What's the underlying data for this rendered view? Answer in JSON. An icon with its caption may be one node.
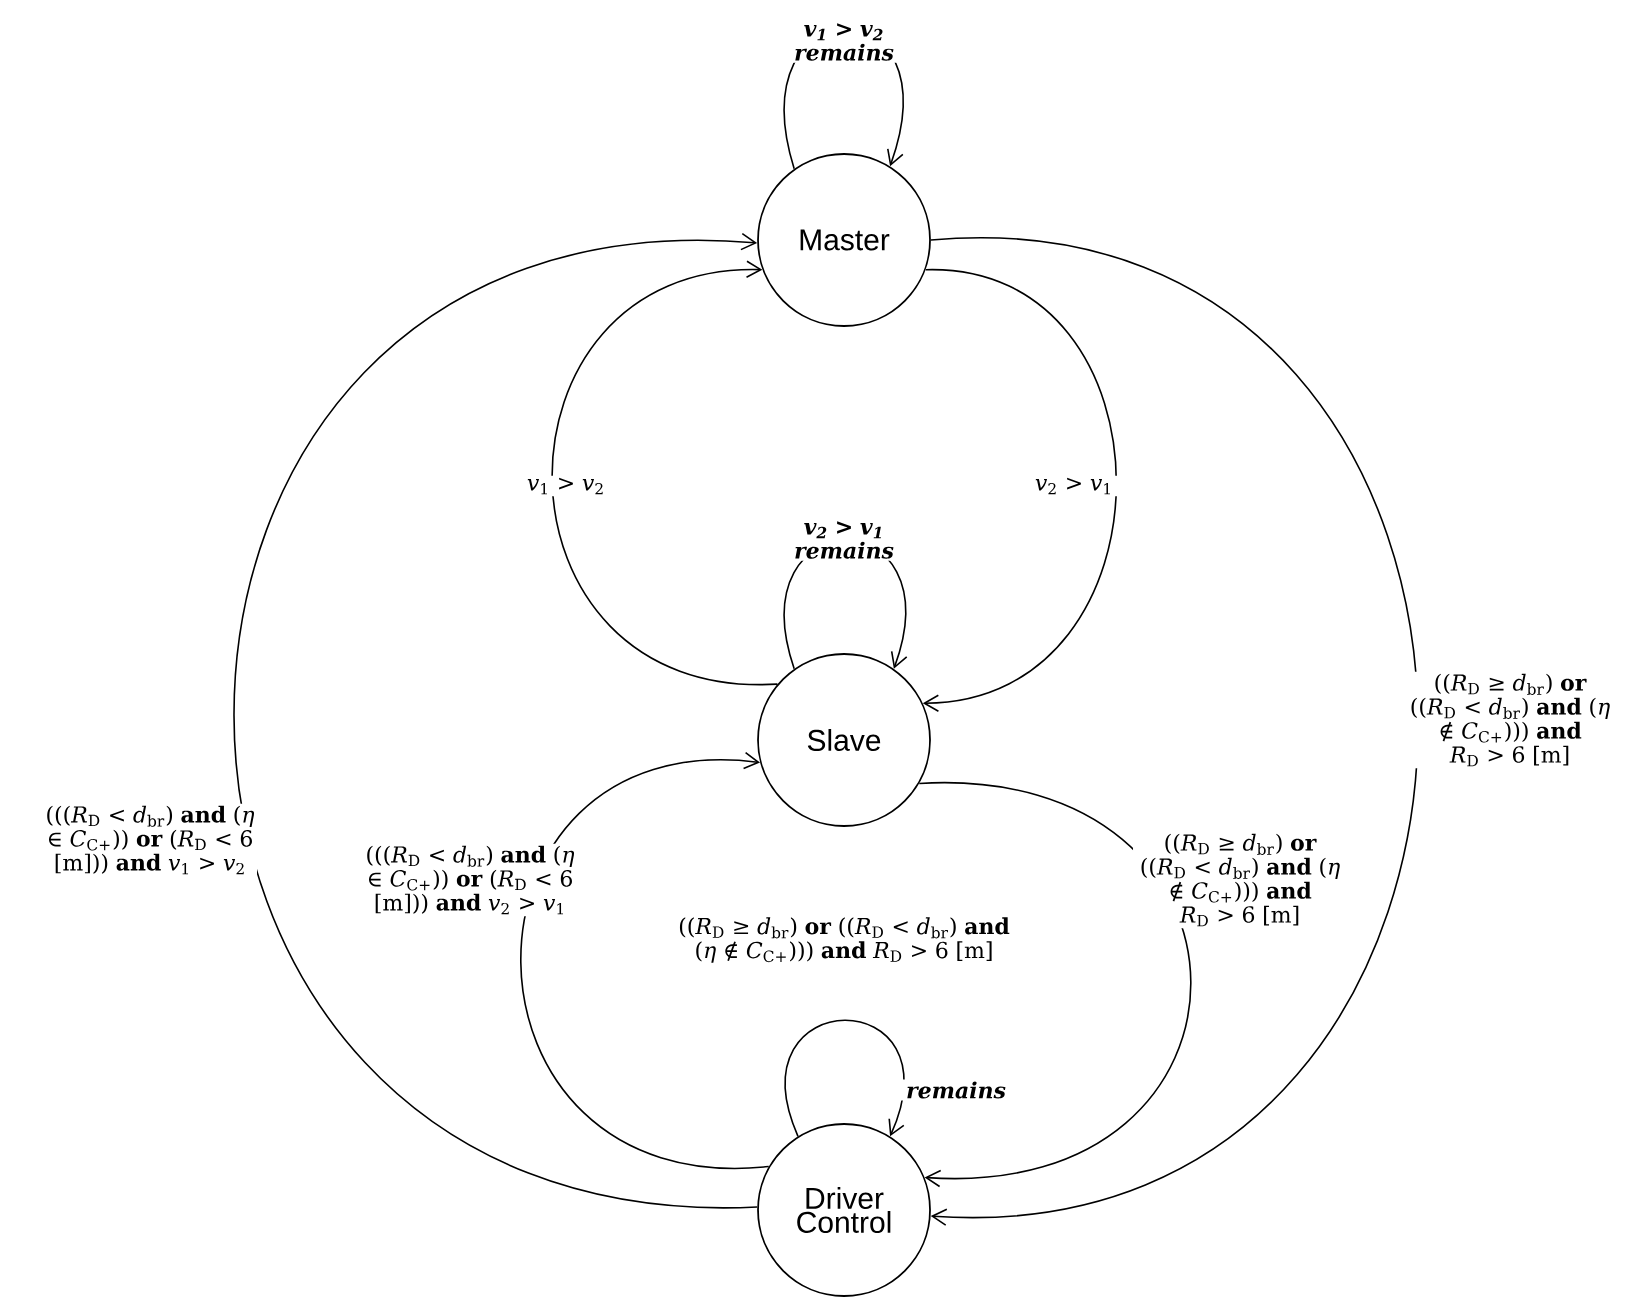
{
  "diagram": {
    "nodes": [
      {
        "text": [
          "Master"
        ]
      },
      {
        "text": [
          "Slave"
        ]
      },
      {
        "text": [
          "Driver Control"
        ]
      }
    ],
    "edges": [
      {
        "from": 0,
        "to": 0,
        "arrow": "to",
        "label": "*v*$_{1}$ > *v*$_{2}$ remains"
      },
      {
        "from": 1,
        "to": 0,
        "arrow": "to",
        "label": "*v*$_{1}$ > *v*$_{2}$"
      },
      {
        "from": 0,
        "to": 1,
        "arrow": "to",
        "label": "*v*$_{2}$ > *v*$_{1}$"
      },
      {
        "from": 1,
        "to": 1,
        "arrow": "to",
        "label": "*v*$_{2}$ > *v*$_{1}$ remains"
      },
      {
        "from": 2,
        "to": 0,
        "arrow": "to",
        "label": "(((*R*$_{D}$ < *d*$_{br}$) **and** (*η* ∈ *C*$_{C+}$)) **or** (*R*$_{D}$ < 6 [m])) **and** *v*$_{1}$ > *v*$_{2}$"
      },
      {
        "from": 0,
        "to": 2,
        "arrow": "to",
        "label": "((*R*$_{D}$ ≥ *d*$_{br}$) **or** ((*R*$_{D}$ < *d*$_{br}$) **and** (*η* ∉ *C*$_{C+}$))) **and** *R*$_{D}$ > 6 [m]"
      },
      {
        "from": 2,
        "to": 1,
        "arrow": "to",
        "label": "(((*R*$_{D}$ < *d*$_{br}$) **and** (*η* ∈ *C*$_{C+}$)) **or** (*R*$_{D}$ < 6 [m])) **and** *v*$_{2}$ > *v*$_{1}$"
      },
      {
        "from": 1,
        "to": 2,
        "arrow": "to",
        "label": "((*R*$_{D}$ ≥ *d*$_{br}$) **or** ((*R*$_{D}$ < *d*$_{br}$) **and** (*η* ∉ *C*$_{C+}$))) **and** *R*$_{D}$ > 6 [m]"
      },
      {
        "from": 2,
        "to": 2,
        "arrow": "to",
        "label": "remains"
      }
    ],
    "labels": [
      "((*R*$_{D}$ ≥ *d*$_{br}$) **or** ((*R*$_{D}$ < *d*$_{br}$) **and** (*η* ∉ *C*$_{C+}$))) **and** *R*$_{D}$ > 6 [m]"
    ]
  }
}
